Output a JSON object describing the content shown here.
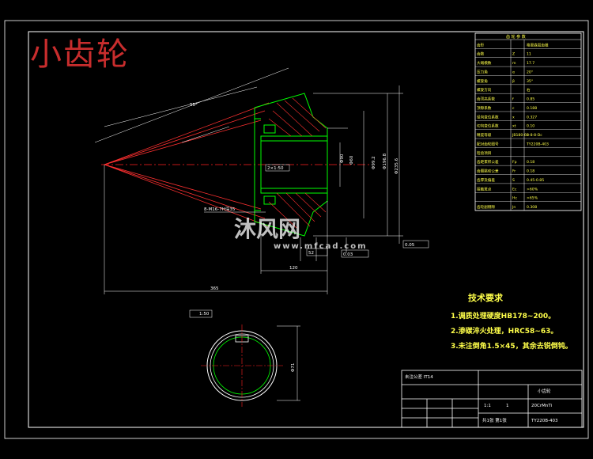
{
  "drawing": {
    "title": "小齿轮",
    "watermark_text": "沐风网",
    "watermark_url": "www.mfcad.com",
    "colors": {
      "background": "#000000",
      "frame": "#ffffff",
      "outline": "#00ff00",
      "centerline": "#ff2020",
      "section": "#ff3030",
      "dimension": "#ffffff",
      "text": "#ffff4a",
      "title": "#c82d2d"
    }
  },
  "params_table": {
    "header": "齿 轮 参 数",
    "rows": [
      {
        "name": "齿形",
        "sym": "",
        "val": "格里森弧齿锥"
      },
      {
        "name": "齿数",
        "sym": "Z",
        "val": "11"
      },
      {
        "name": "大端模数",
        "sym": "m",
        "val": "17.7"
      },
      {
        "name": "压力角",
        "sym": "α",
        "val": "20°"
      },
      {
        "name": "螺旋角",
        "sym": "β",
        "val": "35°"
      },
      {
        "name": "螺旋方向",
        "sym": "",
        "val": "右"
      },
      {
        "name": "齿顶高系数",
        "sym": "f",
        "val": "0.85"
      },
      {
        "name": "顶隙系数",
        "sym": "c",
        "val": "0.188"
      },
      {
        "name": "径向变位系数",
        "sym": "x",
        "val": "0.327"
      },
      {
        "name": "切向变位系数",
        "sym": "xt",
        "val": "0.10"
      },
      {
        "name": "精度等级",
        "sym": "JB180-60",
        "val": "8-8-8-Dc"
      },
      {
        "name": "配对齿轮图号",
        "sym": "",
        "val": "TY220B-403"
      },
      {
        "name": "检验项目",
        "sym": "",
        "val": ""
      },
      {
        "name": "齿距累积公差",
        "sym": "Fp",
        "val": "0.18"
      },
      {
        "name": "齿圈跳动公差",
        "sym": "Fr",
        "val": "0.18"
      },
      {
        "name": "齿厚及偏差",
        "sym": "S",
        "val": "0.45-0.85"
      },
      {
        "name": "接触斑点",
        "sym": "Ec",
        "val": ">60%"
      },
      {
        "name": "",
        "sym": "Hc",
        "val": ">65%"
      },
      {
        "name": "齿轮副侧隙",
        "sym": "Jn",
        "val": "0.308"
      }
    ]
  },
  "tech_req": {
    "header": "技术要求",
    "items": [
      "1.调质处理硬度HB178~200。",
      "2.渗碳淬火处理，HRC58~63。",
      "3.未注倒角1.5×45，其余去锐倒钝。"
    ]
  },
  "dimensions": {
    "d1": "8-M16-7H深35",
    "d2": "Φ90",
    "d3": "Φ60",
    "d4": "Φ99.2",
    "d5": "Φ196.8",
    "d6": "Φ235.6",
    "d7": "120",
    "d8": "365",
    "d9": "2×1:50",
    "d10": "55°",
    "d11": "0.05",
    "d12": "0.03",
    "d13": "Φ71",
    "d14": "1:50",
    "d15": "52"
  },
  "title_block": {
    "name": "小齿轮",
    "material": "20CrMnTi",
    "drawing_no": "TY220B-403",
    "scale": "1:1",
    "count": "1",
    "sheet": "共1张 第1张",
    "notes": "未注公差 IT14"
  }
}
